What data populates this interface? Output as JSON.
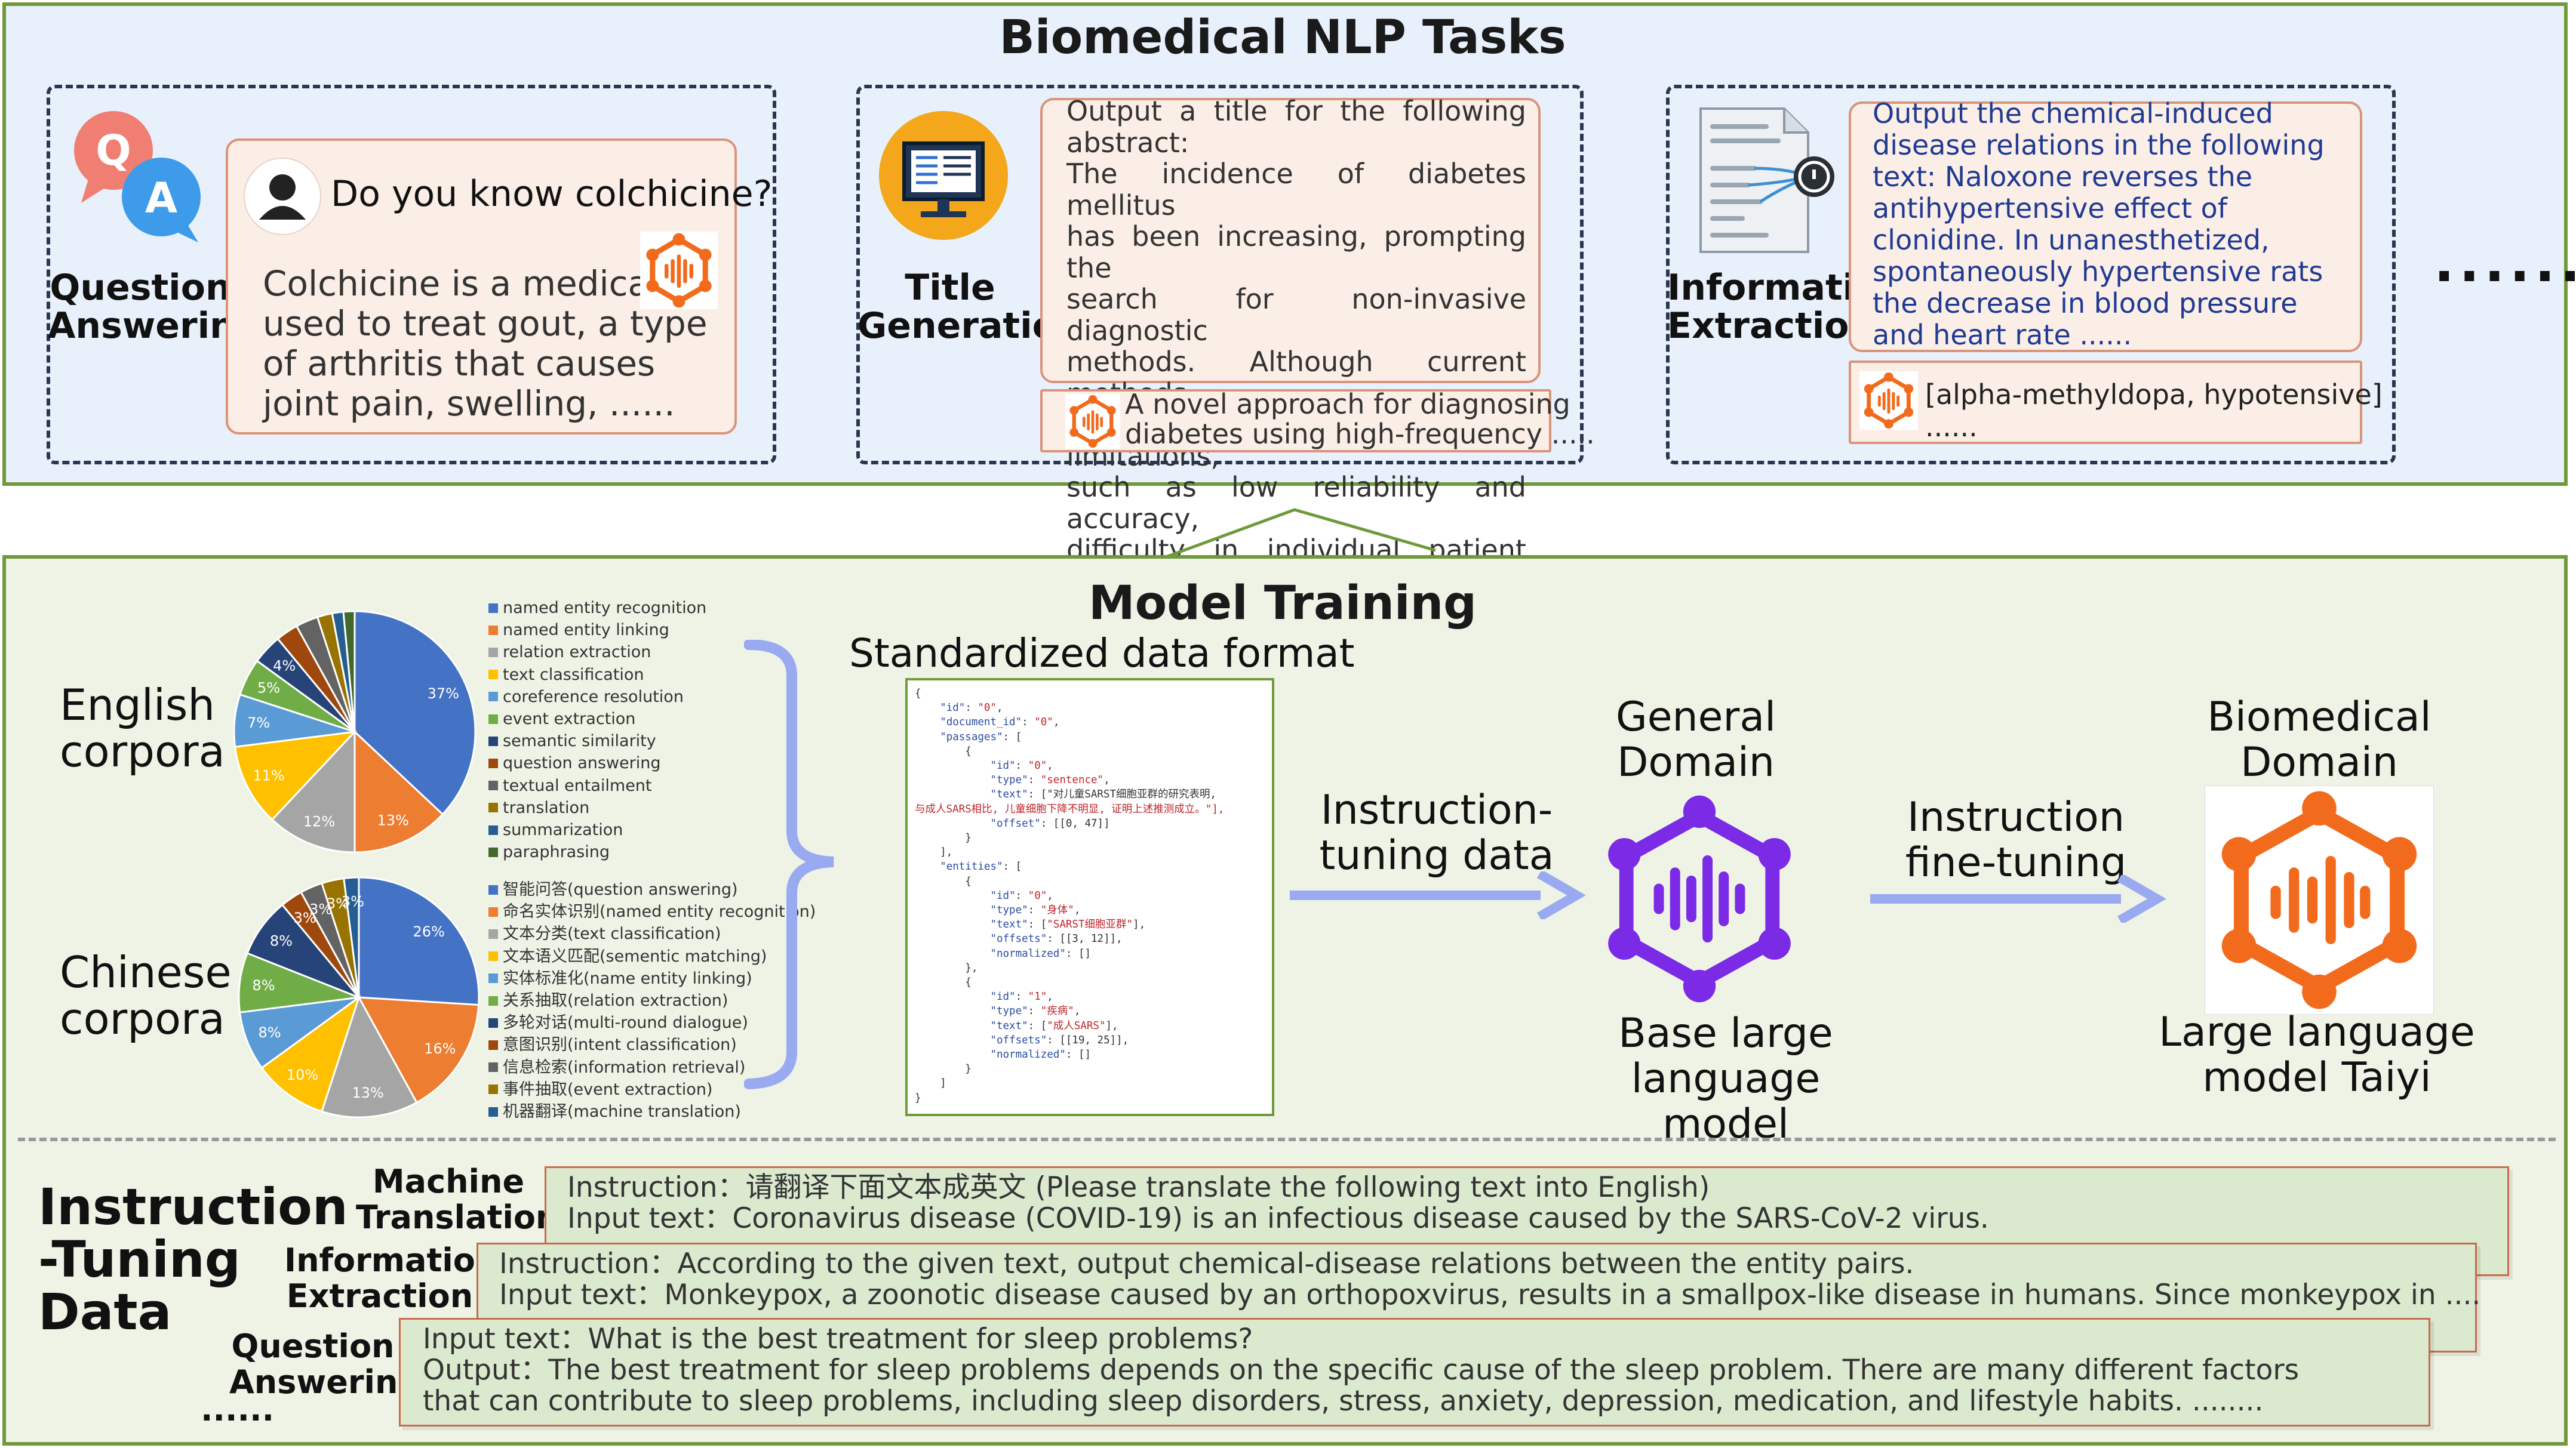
{
  "top": {
    "title": "Biomedical NLP Tasks",
    "qa": {
      "label_line1": "Question",
      "label_line2": "Answering",
      "question": "Do you know colchicine?",
      "answer": [
        "Colchicine is a medication",
        "used to treat gout, a type",
        "of arthritis that causes",
        "joint pain, swelling, ......"
      ]
    },
    "tg": {
      "label_line1": "Title",
      "label_line2": "Generation",
      "prompt": [
        "Output a title for the following",
        "abstract:",
        "The incidence of diabetes mellitus",
        "has been increasing, prompting the",
        "search for non-invasive diagnostic",
        "methods. Although current methods",
        "exist, these have certain limitations,",
        "such as low reliability and accuracy,",
        "difficulty in individual patient ......"
      ],
      "output": [
        "A novel approach for diagnosing",
        "diabetes using high-frequency ....."
      ]
    },
    "ie": {
      "label_line1": "Information",
      "label_line2": "Extraction",
      "prompt": [
        "Output the chemical-induced",
        "disease relations in the following",
        "text: Naloxone reverses the",
        "antihypertensive effect of",
        "clonidine. In unanesthetized,",
        "spontaneously hypertensive rats",
        "the decrease in blood pressure",
        "and heart rate ......"
      ],
      "output": [
        "[alpha-methyldopa, hypotensive]",
        "......"
      ]
    },
    "more": "......"
  },
  "middle": {
    "title": "Model Training",
    "english_label": [
      "English",
      "corpora"
    ],
    "chinese_label": [
      "Chinese",
      "corpora"
    ],
    "standardized_label": "Standardized data format",
    "instruction_tuning_data": [
      "Instruction-",
      "tuning data"
    ],
    "general_domain": [
      "General",
      "Domain"
    ],
    "base_model": [
      "Base large",
      "language model"
    ],
    "instruction_finetuning": [
      "Instruction",
      "fine-tuning"
    ],
    "biomedical_domain": [
      "Biomedical",
      "Domain"
    ],
    "taiyi": [
      "Large language",
      "model Taiyi"
    ]
  },
  "english_pie": {
    "slices": [
      {
        "name": "named entity recognition",
        "value": 37,
        "color": "#4472c4",
        "label": "37%"
      },
      {
        "name": "named entity linking",
        "value": 13,
        "color": "#ed7d31",
        "label": "13%"
      },
      {
        "name": "relation extraction",
        "value": 12,
        "color": "#a5a5a5",
        "label": "12%"
      },
      {
        "name": "text classification",
        "value": 11,
        "color": "#ffc000",
        "label": "11%"
      },
      {
        "name": "coreference resolution",
        "value": 7,
        "color": "#5b9bd5",
        "label": "7%"
      },
      {
        "name": "event extraction",
        "value": 5,
        "color": "#70ad47",
        "label": "5%"
      },
      {
        "name": "semantic similarity",
        "value": 4,
        "color": "#264478",
        "label": "4%"
      },
      {
        "name": "question answering",
        "value": 3,
        "color": "#9e480e",
        "label": ""
      },
      {
        "name": "textual entailment",
        "value": 3,
        "color": "#636363",
        "label": ""
      },
      {
        "name": "translation",
        "value": 2,
        "color": "#997300",
        "label": ""
      },
      {
        "name": "summarization",
        "value": 1.5,
        "color": "#255e91",
        "label": ""
      },
      {
        "name": "paraphrasing",
        "value": 1.5,
        "color": "#43682b",
        "label": ""
      }
    ]
  },
  "chinese_pie": {
    "slices": [
      {
        "name": "智能问答(question answering)",
        "value": 26,
        "color": "#4472c4",
        "label": "26%"
      },
      {
        "name": "命名实体识别(named entity recognition)",
        "value": 16,
        "color": "#ed7d31",
        "label": "16%"
      },
      {
        "name": "文本分类(text classification)",
        "value": 13,
        "color": "#a5a5a5",
        "label": "13%"
      },
      {
        "name": "文本语义匹配(sementic matching)",
        "value": 10,
        "color": "#ffc000",
        "label": "10%"
      },
      {
        "name": "实体标准化(name entity linking)",
        "value": 8,
        "color": "#5b9bd5",
        "label": "8%"
      },
      {
        "name": "关系抽取(relation extraction)",
        "value": 8,
        "color": "#70ad47",
        "label": "8%"
      },
      {
        "name": "多轮对话(multi-round dialogue)",
        "value": 8,
        "color": "#264478",
        "label": "8%"
      },
      {
        "name": "意图识别(intent classification)",
        "value": 3,
        "color": "#9e480e",
        "label": "3%"
      },
      {
        "name": "信息检索(information retrieval)",
        "value": 3,
        "color": "#636363",
        "label": "3%"
      },
      {
        "name": "事件抽取(event extraction)",
        "value": 3,
        "color": "#997300",
        "label": "3%"
      },
      {
        "name": "机器翻译(machine translation)",
        "value": 2,
        "color": "#255e91",
        "label": "3%"
      }
    ]
  },
  "json_lines": [
    "{",
    "    \"id\": \"0\",",
    "    \"document_id\": \"0\",",
    "    \"passages\": [",
    "        {",
    "            \"id\": \"0\",",
    "            \"type\": \"sentence\",",
    "            \"text\": [\"对儿童SARST细胞亚群的研究表明,",
    "与成人SARS相比, 儿童细胞下降不明显, 证明上述推测成立。\"],",
    "            \"offset\": [[0, 47]]",
    "        }",
    "    ],",
    "    \"entities\": [",
    "        {",
    "            \"id\": \"0\",",
    "            \"type\": \"身体\",",
    "            \"text\": [\"SARST细胞亚群\"],",
    "            \"offsets\": [[3, 12]],",
    "            \"normalized\": []",
    "        },",
    "        {",
    "            \"id\": \"1\",",
    "            \"type\": \"疾病\",",
    "            \"text\": [\"成人SARS\"],",
    "            \"offsets\": [[19, 25]],",
    "            \"normalized\": []",
    "        }",
    "    ]",
    "}"
  ],
  "bottom": {
    "title": [
      "Instruction",
      "-Tuning",
      "Data"
    ],
    "mt_label": [
      "Machine",
      "Translation"
    ],
    "ie_label": [
      "Information",
      "Extraction"
    ],
    "qa_label": [
      "Question",
      "Answering"
    ],
    "more": "......",
    "mt_lines": [
      "Instruction：请翻译下面文本成英文 (Please translate the following text into English)",
      "Input text：Coronavirus disease (COVID-19) is an infectious disease caused by the SARS-CoV-2 virus."
    ],
    "ie_lines": [
      "Instruction：According to the given text, output chemical-disease relations between the entity pairs.",
      "Input text：Monkeypox, a zoonotic disease caused by an orthopoxvirus, results in a smallpox-like disease in humans. Since monkeypox in ...."
    ],
    "qa_lines": [
      "Input text：What is the best treatment for sleep problems?",
      "Output：The best treatment for sleep problems depends on the specific cause of the sleep problem. There are many different factors",
      "that can contribute to sleep problems, including sleep disorders, stress, anxiety, depression, medication, and lifestyle habits. ........"
    ]
  },
  "colors": {
    "panel_border": "#6f9a3a",
    "top_bg": "#e8f1fb",
    "mid_bg": "#eef3e6",
    "arrow": "#99aaf0",
    "taiyi_orange": "#f26b1d",
    "base_purple": "#7b2be6"
  },
  "icons": [
    "qa-bubbles-icon",
    "user-avatar-icon",
    "taiyi-logo-icon",
    "monitor-icon",
    "document-extract-icon"
  ]
}
